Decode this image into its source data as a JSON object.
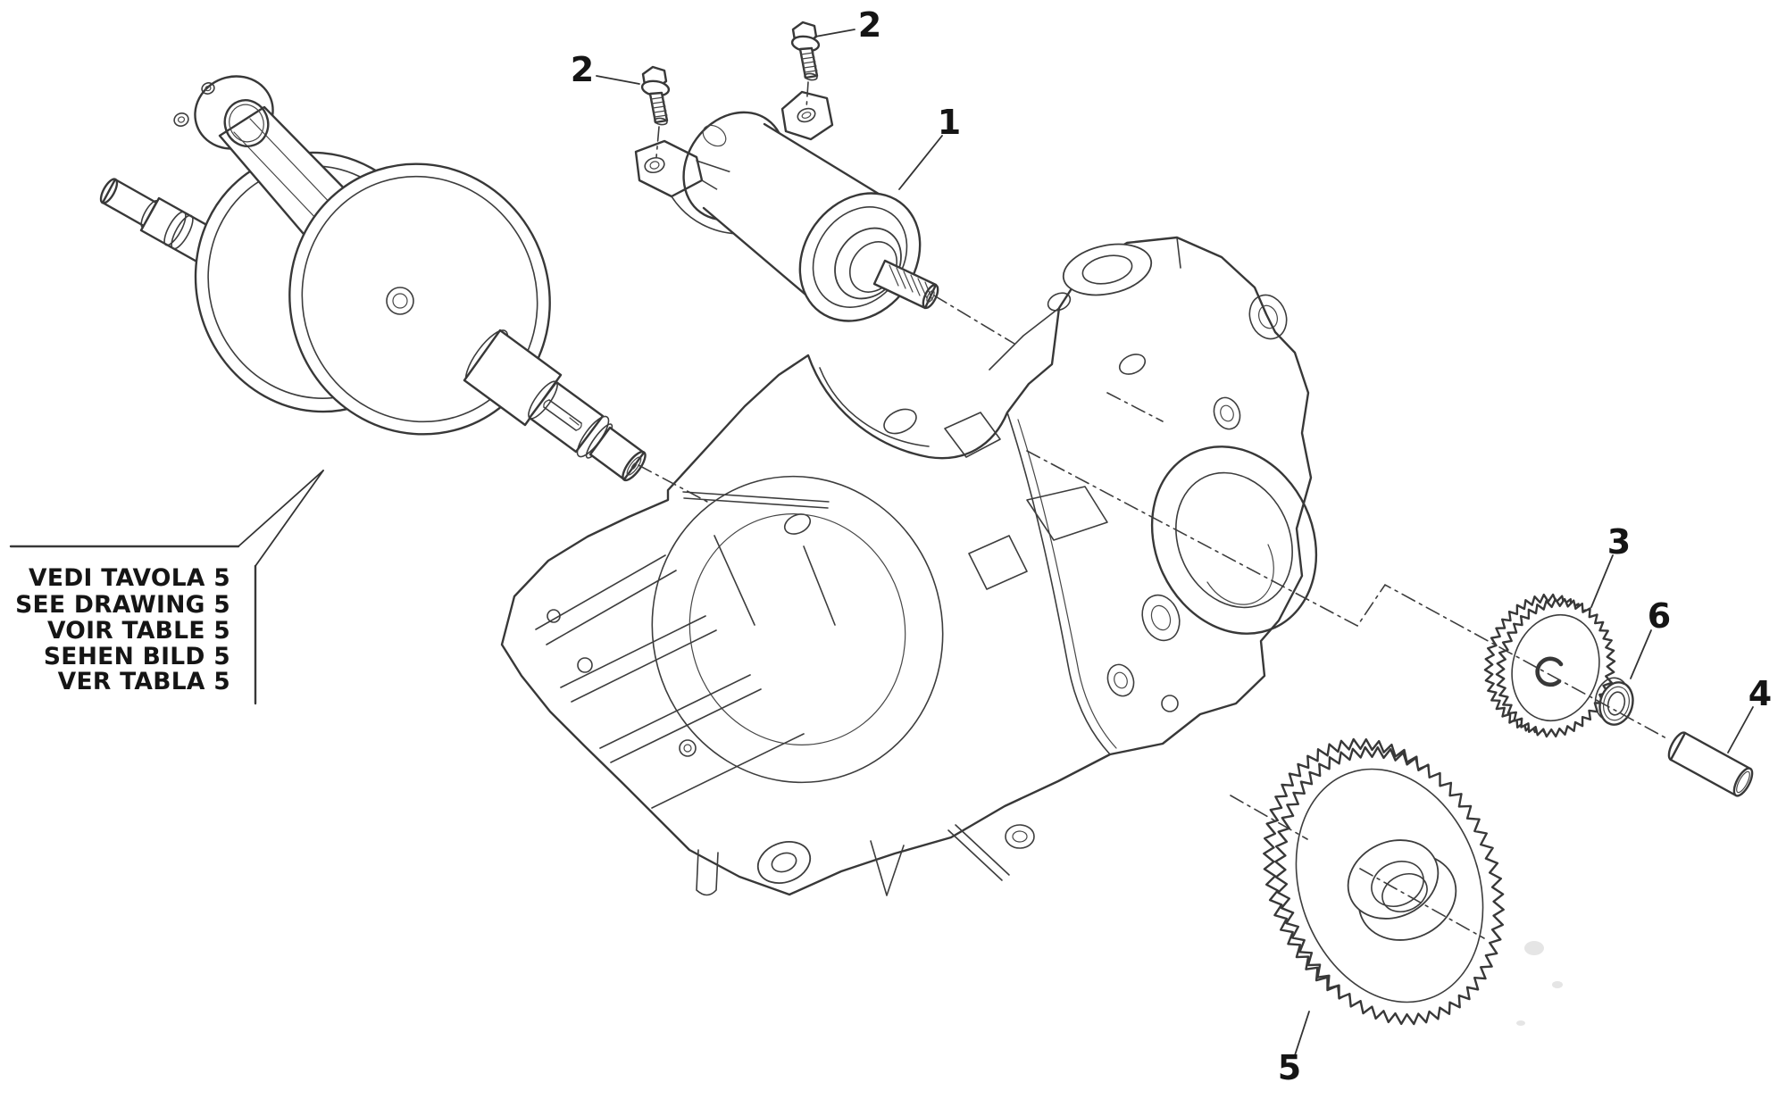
{
  "figure": {
    "type": "exploded-parts-diagram",
    "background_color": "#ffffff",
    "line_color": "#383838",
    "label_color": "#151515"
  },
  "note_box": {
    "lines": [
      "VEDI TAVOLA 5",
      "SEE DRAWING 5",
      "VOIR TABLE 5",
      "SEHEN BILD 5",
      "VER TABLA 5"
    ]
  },
  "callouts": {
    "c1": "1",
    "c2a": "2",
    "c2b": "2",
    "c3": "3",
    "c4": "4",
    "c5": "5",
    "c6": "6"
  }
}
